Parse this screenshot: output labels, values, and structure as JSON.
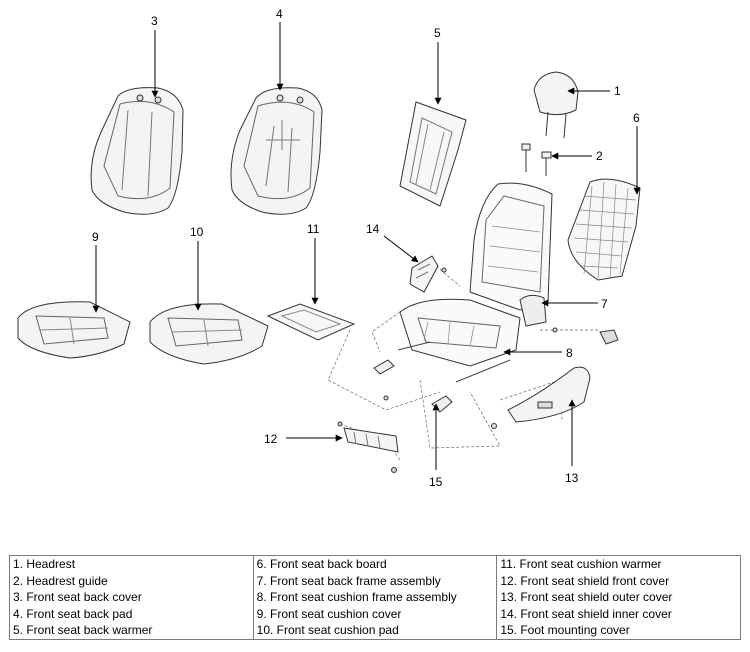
{
  "callouts": [
    "1",
    "2",
    "3",
    "4",
    "5",
    "6",
    "7",
    "8",
    "9",
    "10",
    "11",
    "12",
    "13",
    "14",
    "15"
  ],
  "legend": [
    [
      "1. Headrest",
      "2. Headrest guide",
      "3. Front seat back cover",
      "4. Front seat back pad",
      "5. Front seat back warmer"
    ],
    [
      "6. Front seat back board",
      "7. Front seat back frame assembly",
      "8. Front seat cushion frame assembly",
      "9. Front seat cushion cover",
      "10. Front seat cushion pad"
    ],
    [
      "11. Front seat cushion warmer",
      "12. Front seat shield front cover",
      "13. Front seat shield outer cover",
      "14. Front seat shield inner cover",
      "15. Foot mounting cover"
    ]
  ]
}
